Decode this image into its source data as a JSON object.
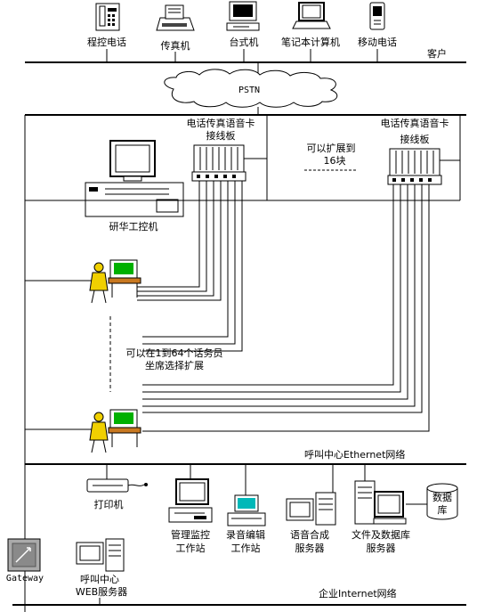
{
  "title": "",
  "client_devices": {
    "program_phone": "程控电话",
    "fax": "传真机",
    "desktop": "台式机",
    "laptop": "笔记本计算机",
    "mobile": "移动电话"
  },
  "customer_label": "客户",
  "pstn_label": "PSTN",
  "card_left": {
    "line1": "电话传真语音卡",
    "line2": "接线板"
  },
  "card_right": {
    "line1": "电话传真语音卡",
    "line2": "接线板"
  },
  "expand_note": {
    "line1": "可以扩展到",
    "line2": "16块"
  },
  "ipc_label": "研华工控机",
  "agent_note": {
    "line1": "可以在1到64个话务员",
    "line2": "坐席选择扩展"
  },
  "ethernet_label": "呼叫中心Ethernet网络",
  "printer_label": "打印机",
  "mgmt_ws": {
    "line1": "管理监控",
    "line2": "工作站"
  },
  "record_ws": {
    "line1": "录音编辑",
    "line2": "工作站"
  },
  "tts_server": {
    "line1": "语音合成",
    "line2": "服务器"
  },
  "file_db_server": {
    "line1": "文件及数据库",
    "line2": "服务器"
  },
  "database": {
    "line1": "数据",
    "line2": "库"
  },
  "gateway_label": "Gateway",
  "web_server": {
    "line1": "呼叫中心",
    "line2": "WEB服务器"
  },
  "internet_label": "企业Internet网络"
}
